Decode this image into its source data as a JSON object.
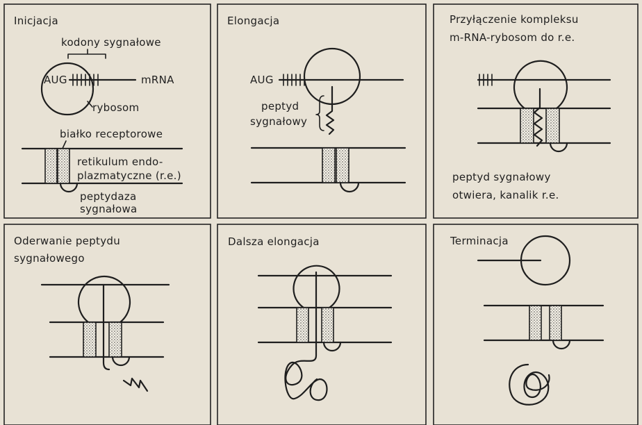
{
  "panels": [
    {
      "title": [
        "Inicjacja"
      ],
      "labels": {
        "codons": "kodony sygnałowe",
        "aug": "AUG",
        "mrna": "mRNA",
        "ribosome": "rybosom",
        "receptor": "białko receptorowe",
        "er_line1": "retikulum endo-",
        "er_line2": "plazmatyczne (r.e.)",
        "peptidase_line1": "peptydaza",
        "peptidase_line2": "sygnałowa"
      }
    },
    {
      "title": [
        "Elongacja"
      ],
      "labels": {
        "aug": "AUG",
        "peptide_line1": "peptyd",
        "peptide_line2": "sygnałowy"
      }
    },
    {
      "title": [
        "Przyłączenie kompleksu",
        "m-RNA-rybosom do r.e."
      ],
      "labels": {
        "note_line1": "peptyd sygnałowy",
        "note_line2": "otwiera, kanalik r.e."
      }
    },
    {
      "title": [
        "Oderwanie peptydu",
        "sygnałowego"
      ],
      "labels": {}
    },
    {
      "title": [
        "Dalsza elongacja"
      ],
      "labels": {}
    },
    {
      "title": [
        "Terminacja"
      ],
      "labels": {}
    }
  ]
}
